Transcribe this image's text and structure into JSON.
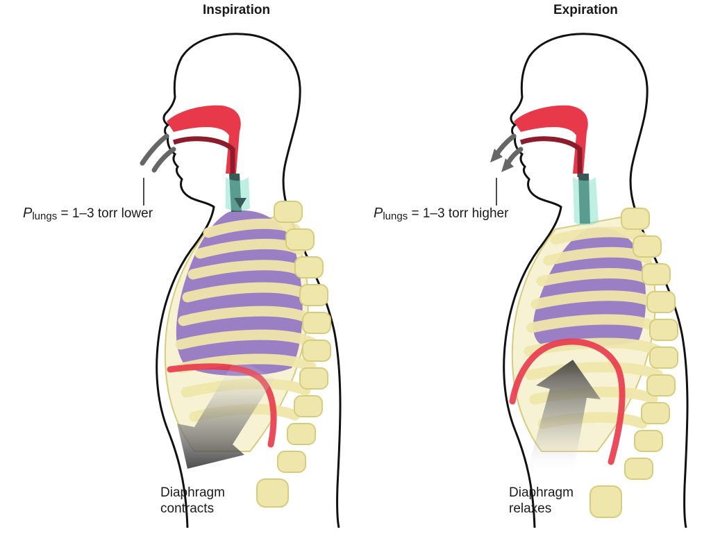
{
  "panels": [
    {
      "title": "Inspiration",
      "pressure": {
        "symbol": "P",
        "subscript": "lungs",
        "rest": "= 1–3 torr lower"
      },
      "caption": [
        "Diaphragm",
        "contracts"
      ]
    },
    {
      "title": "Expiration",
      "pressure": {
        "symbol": "P",
        "subscript": "lungs",
        "rest": "= 1–3 torr higher"
      },
      "caption": [
        "Diaphragm",
        "relaxes"
      ]
    }
  ],
  "colors": {
    "body_outline": "#111111",
    "airway_red": "#e8394a",
    "airway_dark": "#8c1c2c",
    "trachea_teal": "#37595a",
    "lung_purple": "#9b7fc4",
    "rib_bone": "#f0e8b0",
    "rib_outline": "#d6cc7e",
    "diaphragm_red": "#e8394a",
    "arrow_gray": "#555555"
  }
}
